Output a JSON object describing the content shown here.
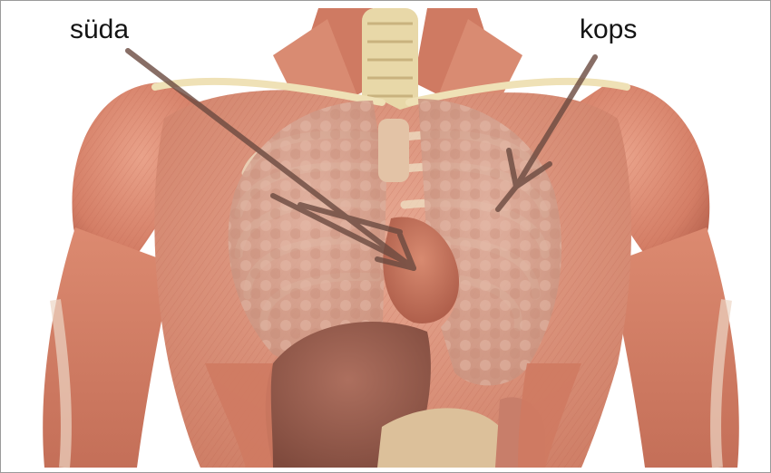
{
  "labels": {
    "heart": "süda",
    "lung": "kops"
  },
  "colors": {
    "muscle": "#d98a72",
    "muscle_dark": "#b85f4a",
    "tendon": "#ecd6c4",
    "lung": "#d7a18d",
    "heart": "#c0705a",
    "liver": "#9a5a4a",
    "bone": "#efe1b6",
    "arrow": "#6b4a40",
    "text": "#141414"
  },
  "icons": [
    "anatomy-illustration",
    "arrow-pointer-icon"
  ]
}
